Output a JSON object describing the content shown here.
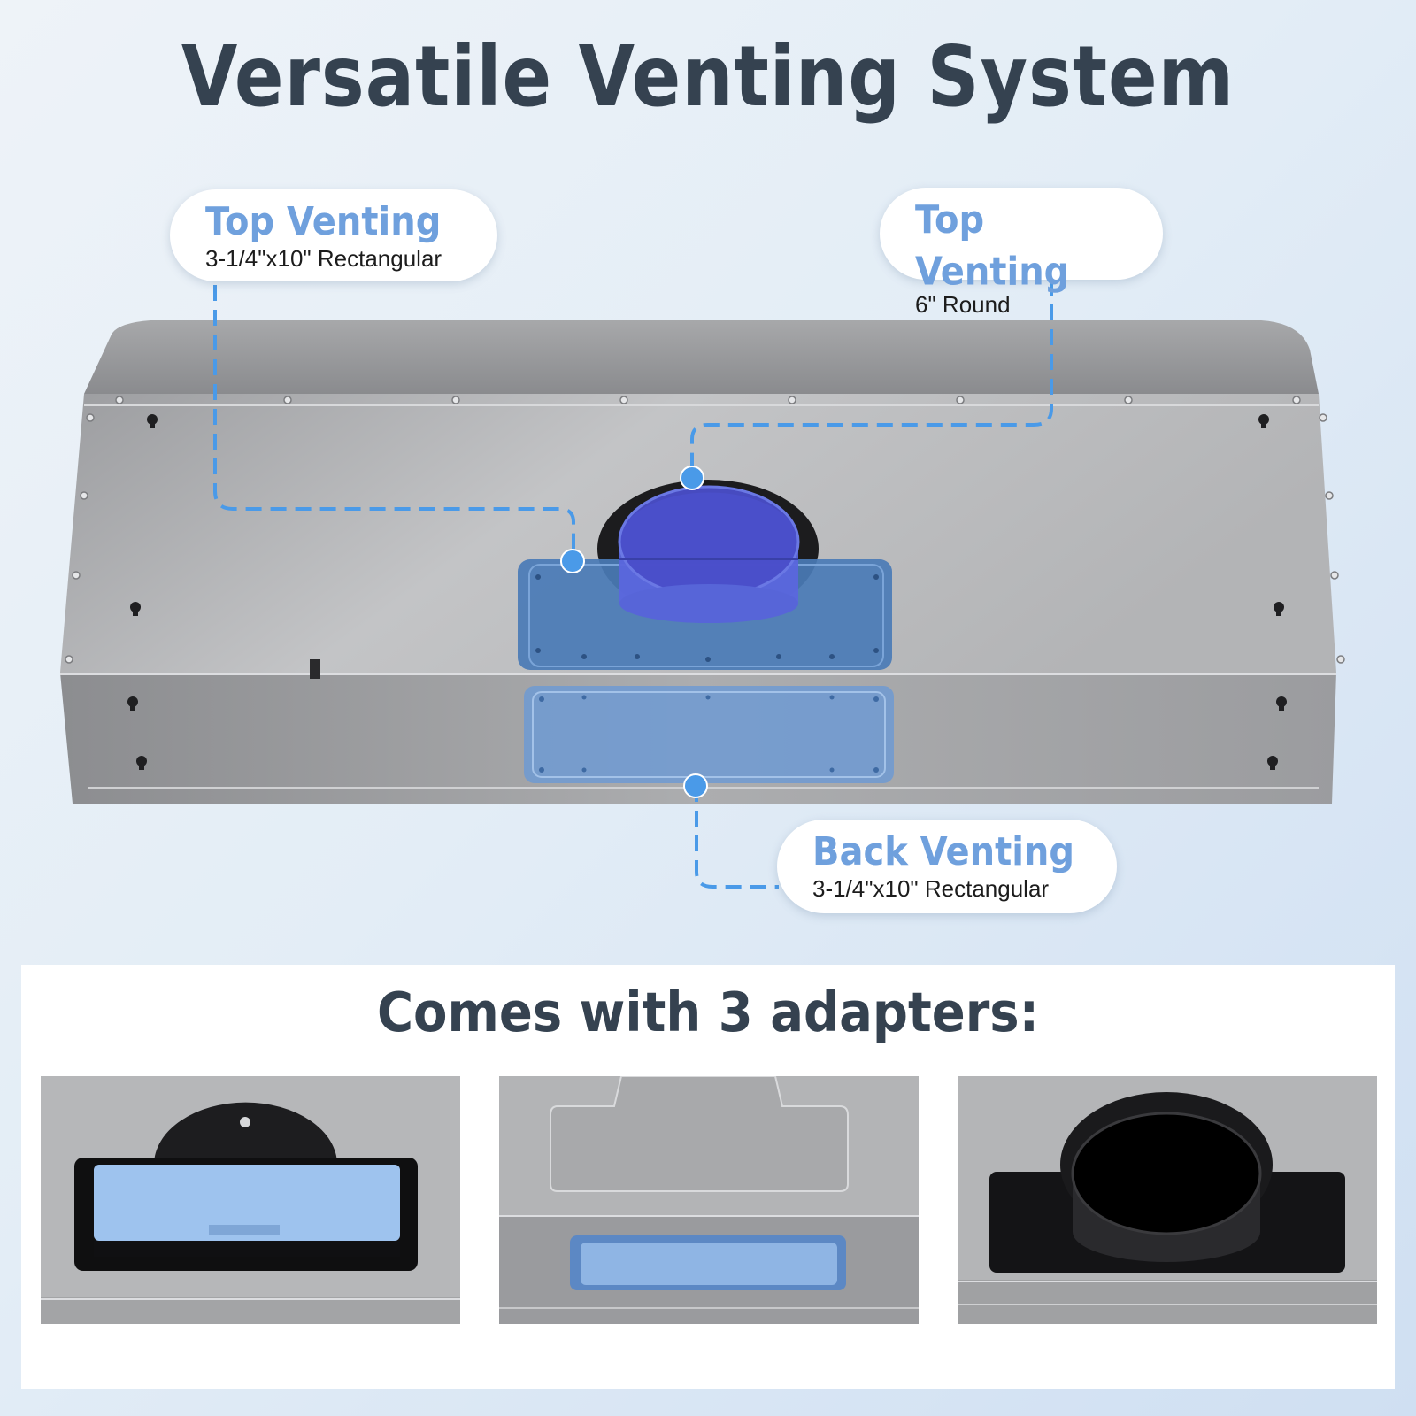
{
  "title": "Versatile Venting System",
  "callouts": {
    "top_rect": {
      "title": "Top Venting",
      "subtitle": "3-1/4\"x10\" Rectangular"
    },
    "top_round": {
      "title": "Top Venting",
      "subtitle": "6\" Round"
    },
    "back_rect": {
      "title": "Back Venting",
      "subtitle": "3-1/4\"x10\" Rectangular"
    }
  },
  "adapters": {
    "title": "Comes with 3 adapters:"
  },
  "colors": {
    "title": "#354250",
    "callout_title": "#6fa0dd",
    "connector": "#4a9ae8",
    "steel": "#a8a9ab",
    "highlight_round": "#4a5ad8",
    "highlight_rect": "#4f7fbf"
  }
}
